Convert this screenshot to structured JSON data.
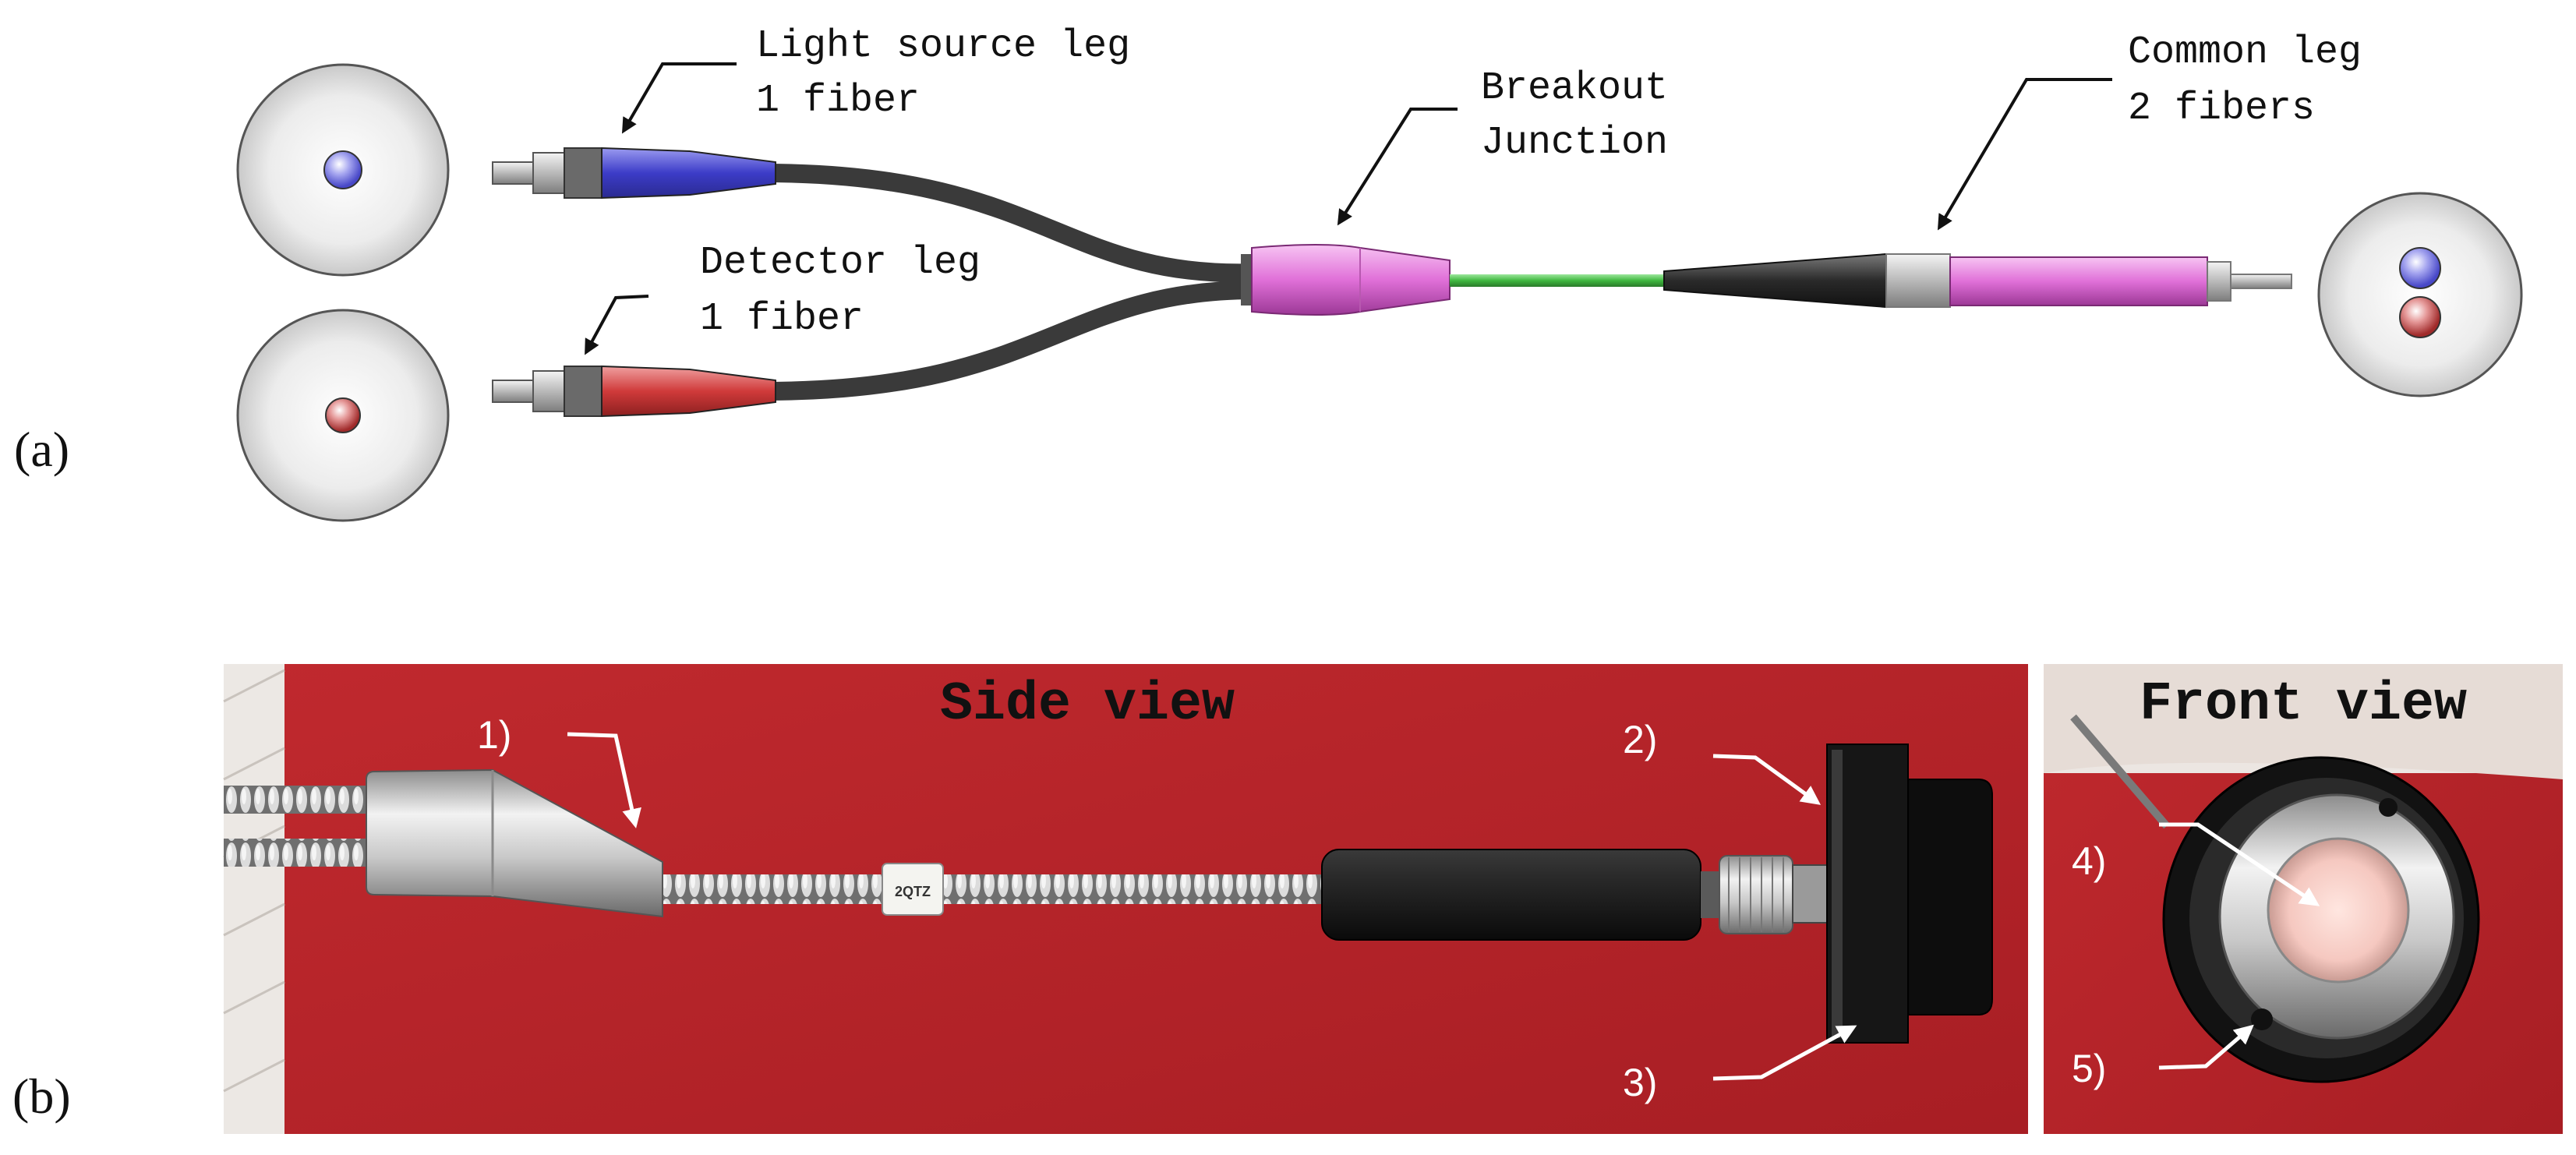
{
  "panel_a": {
    "label": "(a)",
    "callouts": {
      "light_source": [
        "Light source leg",
        "1 fiber"
      ],
      "detector": [
        "Detector leg",
        "1 fiber"
      ],
      "breakout": [
        "Breakout",
        "Junction"
      ],
      "common": [
        "Common leg",
        "2 fibers"
      ]
    },
    "colors": {
      "light_source_ferrule": "#4a4ad8",
      "detector_ferrule": "#cc3c3c",
      "breakout_junction": "#e070d8",
      "common_sleeve": "#d050d8",
      "middle_fiber": "#3fb83f"
    }
  },
  "panel_b": {
    "label": "(b)",
    "side_view": {
      "title": "Side view",
      "labels": [
        "1)",
        "2)",
        "3)"
      ],
      "fiber_tag": "2QTZ"
    },
    "front_view": {
      "title": "Front view",
      "labels": [
        "4)",
        "5)"
      ]
    },
    "colors": {
      "background_red": "#b8252a"
    }
  }
}
